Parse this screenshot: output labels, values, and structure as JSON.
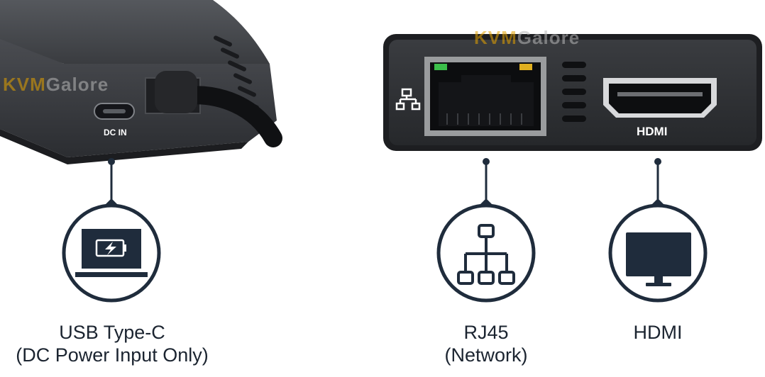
{
  "watermark": {
    "part1": "KVM",
    "part2": "Galore"
  },
  "device_labels": {
    "dc_in": "DC IN",
    "hdmi": "HDMI"
  },
  "callouts": [
    {
      "icon": "battery-charging-icon",
      "line1": "USB Type-C",
      "line2": "(DC Power Input Only)"
    },
    {
      "icon": "network-icon",
      "line1": "RJ45",
      "line2": "(Network)"
    },
    {
      "icon": "monitor-icon",
      "line1": "HDMI",
      "line2": ""
    }
  ],
  "colors": {
    "accent_navy": "#1f2c3c",
    "device_body": "#3a3c40",
    "device_face": "#2a2c30"
  }
}
